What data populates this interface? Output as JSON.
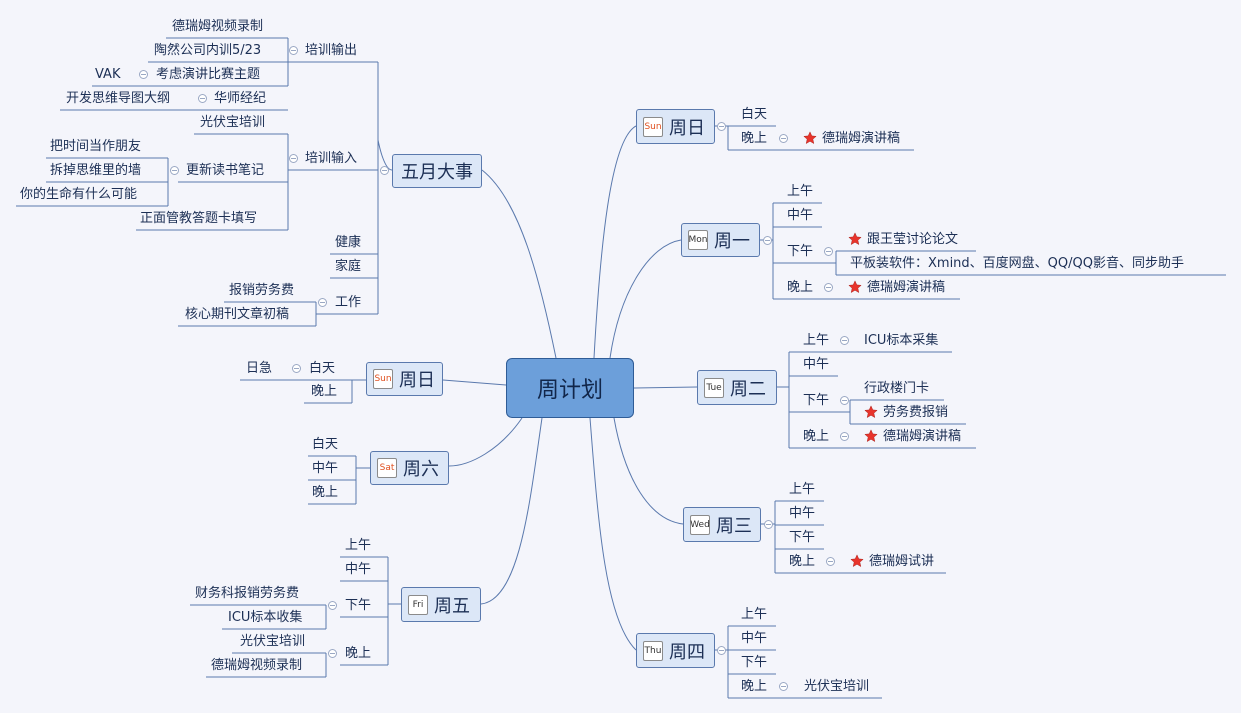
{
  "central": "周计划",
  "may": {
    "title": "五月大事",
    "training_output": {
      "label": "培训输出",
      "items": [
        "德瑞姆视频录制",
        "陶然公司内训5/23",
        "考虑演讲比赛主题"
      ],
      "note": "VAK"
    },
    "huashi": {
      "label": "华师经纪",
      "child": "开发思维导图大纲"
    },
    "training_input": {
      "label": "培训输入",
      "item1": "光伏宝培训",
      "notes": {
        "label": "更新读书笔记",
        "items": [
          "把时间当作朋友",
          "拆掉思维里的墙",
          "你的生命有什么可能"
        ]
      },
      "item3": "正面管教答题卡填写"
    },
    "health": "健康",
    "family": "家庭",
    "work": {
      "label": "工作",
      "items": [
        "报销劳务费",
        "核心期刊文章初稿"
      ]
    }
  },
  "left_sun": {
    "tag": "Sun",
    "title": "周日",
    "day": "白天",
    "day_note": "日急",
    "evening": "晚上"
  },
  "sat": {
    "tag": "Sat",
    "title": "周六",
    "items": [
      "白天",
      "中午",
      "晚上"
    ]
  },
  "fri": {
    "tag": "Fri",
    "title": "周五",
    "am": "上午",
    "noon": "中午",
    "pm": "下午",
    "pm_items": [
      "财务科报销劳务费",
      "ICU标本收集"
    ],
    "eve": "晚上",
    "eve_items": [
      "光伏宝培训",
      "德瑞姆视频录制"
    ]
  },
  "sun": {
    "tag": "Sun",
    "title": "周日",
    "day": "白天",
    "eve": "晚上",
    "eve_item": "德瑞姆演讲稿"
  },
  "mon": {
    "tag": "Mon",
    "title": "周一",
    "am": "上午",
    "noon": "中午",
    "pm": "下午",
    "pm_items": [
      "跟王莹讨论论文",
      "平板装软件：Xmind、百度网盘、QQ/QQ影音、同步助手"
    ],
    "eve": "晚上",
    "eve_item": "德瑞姆演讲稿"
  },
  "tue": {
    "tag": "Tue",
    "title": "周二",
    "am": "上午",
    "am_item": "ICU标本采集",
    "noon": "中午",
    "pm": "下午",
    "pm_items": [
      "行政楼门卡",
      "劳务费报销"
    ],
    "eve": "晚上",
    "eve_item": "德瑞姆演讲稿"
  },
  "wed": {
    "tag": "Wed",
    "title": "周三",
    "am": "上午",
    "noon": "中午",
    "pm": "下午",
    "eve": "晚上",
    "eve_item": "德瑞姆试讲"
  },
  "thu": {
    "tag": "Thu",
    "title": "周四",
    "am": "上午",
    "noon": "中午",
    "pm": "下午",
    "eve": "晚上",
    "eve_item": "光伏宝培训"
  },
  "colors": {
    "line": "#5a79ad",
    "central_fill": "#6c9fda",
    "topic_fill": "#dce7f7",
    "star": "#e8342c",
    "text": "#1c2f55"
  },
  "icons": {
    "priority": "star-icon",
    "collapse": "collapse-icon",
    "calendar": "calendar-icon"
  }
}
